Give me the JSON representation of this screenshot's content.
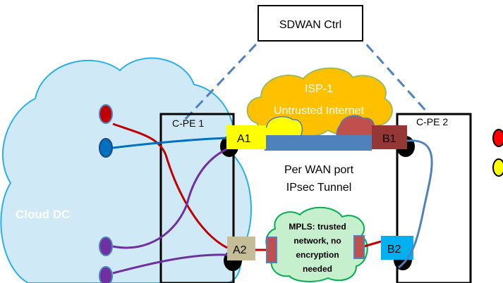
{
  "controller": {
    "label": "SDWAN Ctrl"
  },
  "cloud": {
    "label": "Cloud DC",
    "color": "#cfe9f7",
    "border": "#2ab0e6"
  },
  "cpe1": {
    "label": "C-PE 1"
  },
  "cpe2": {
    "label": "C-PE 2"
  },
  "isp": {
    "line1": "ISP-1",
    "line2": "Untrusted Internet",
    "color": "#ffc000"
  },
  "ports": {
    "a1": {
      "label": "A1",
      "color": "#ffff00"
    },
    "b1": {
      "label": "B1",
      "color": "#953735"
    },
    "a2": {
      "label": "A2",
      "color": "#c4bd97"
    },
    "b2": {
      "label": "B2",
      "color": "#00b0f0"
    }
  },
  "tunnel": {
    "line1": "Per WAN port",
    "line2": "IPsec Tunnel",
    "color": "#4f81bd"
  },
  "mpls": {
    "line1": "MPLS: trusted",
    "line2": "network, no",
    "line3": "encryption",
    "line4": "needed",
    "color": "#c6efce",
    "border": "#00b050"
  },
  "colors": {
    "red": "#c00000",
    "blue": "#0070c0",
    "purple": "#7030a0",
    "dashed": "#4f81bd"
  }
}
